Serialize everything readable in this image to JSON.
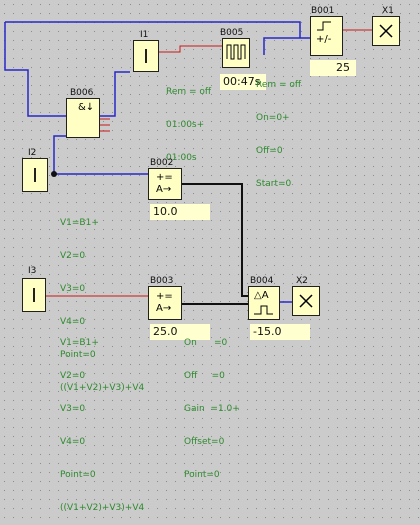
{
  "blocks": {
    "i1": {
      "label": "I1"
    },
    "i2": {
      "label": "I2"
    },
    "i3": {
      "label": "I3"
    },
    "x1": {
      "label": "X1"
    },
    "x2": {
      "label": "X2"
    },
    "b001": {
      "label": "B001",
      "value": "25",
      "symbol_top": "+/-"
    },
    "b002": {
      "label": "B002",
      "value": "10.0",
      "symbol_top": "+=",
      "symbol_bottom": "A→"
    },
    "b003": {
      "label": "B003",
      "value": "25.0",
      "symbol_top": "+=",
      "symbol_bottom": "A→"
    },
    "b004": {
      "label": "B004",
      "value": "-15.0",
      "symbol_top": "△A"
    },
    "b005": {
      "label": "B005",
      "value": "00:47s"
    },
    "b006": {
      "label": "B006",
      "symbol_top": "&↓"
    }
  },
  "params": {
    "b005": [
      "Rem = off",
      "01:00s+",
      "01:00s"
    ],
    "b001": [
      "Rem = off",
      "On=0+",
      "Off=0",
      "Start=0"
    ],
    "b002": [
      "V1=B1+",
      "V2=0",
      "V3=0",
      "V4=0",
      "Point=0",
      "((V1+V2)+V3)+V4"
    ],
    "b003": [
      "V1=B1+",
      "V2=0",
      "V3=0",
      "V4=0",
      "Point=0",
      "((V1+V2)+V3)+V4"
    ],
    "b004": [
      "On      =0",
      "Off     =0",
      "Gain  =1.0+",
      "Offset=0",
      "Point=0"
    ]
  },
  "colors": {
    "logic_wire": "#2828c8",
    "analog_wire": "#101010",
    "unconnected_wire": "#c81818",
    "block_fill": "#ffffc4",
    "param_text": "#2e8a2e"
  },
  "icons": {
    "input": "switch-bar-icon",
    "output": "x-cross-icon",
    "timer": "pulse-wave-icon"
  }
}
